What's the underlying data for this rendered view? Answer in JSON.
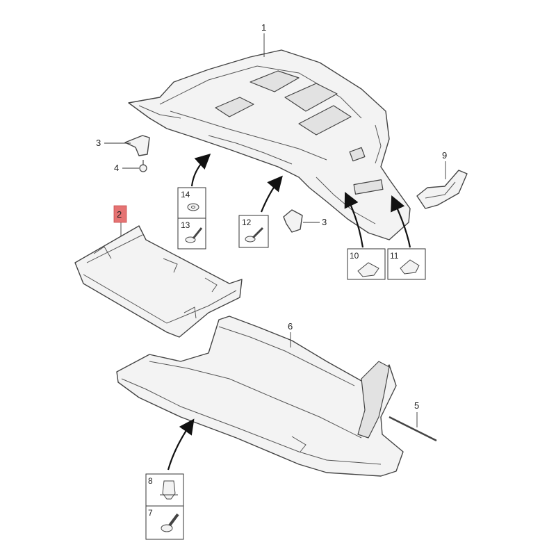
{
  "callouts": {
    "c1": "1",
    "c2": "2",
    "c3a": "3",
    "c3b": "3",
    "c4": "4",
    "c5": "5",
    "c6": "6",
    "c9": "9"
  },
  "boxes": {
    "b14": "14",
    "b13": "13",
    "b12": "12",
    "b10": "10",
    "b11": "11",
    "b8": "8",
    "b7": "7"
  },
  "colors": {
    "highlight": "#e57373",
    "line": "#333333",
    "fill": "#f3f3f3"
  }
}
